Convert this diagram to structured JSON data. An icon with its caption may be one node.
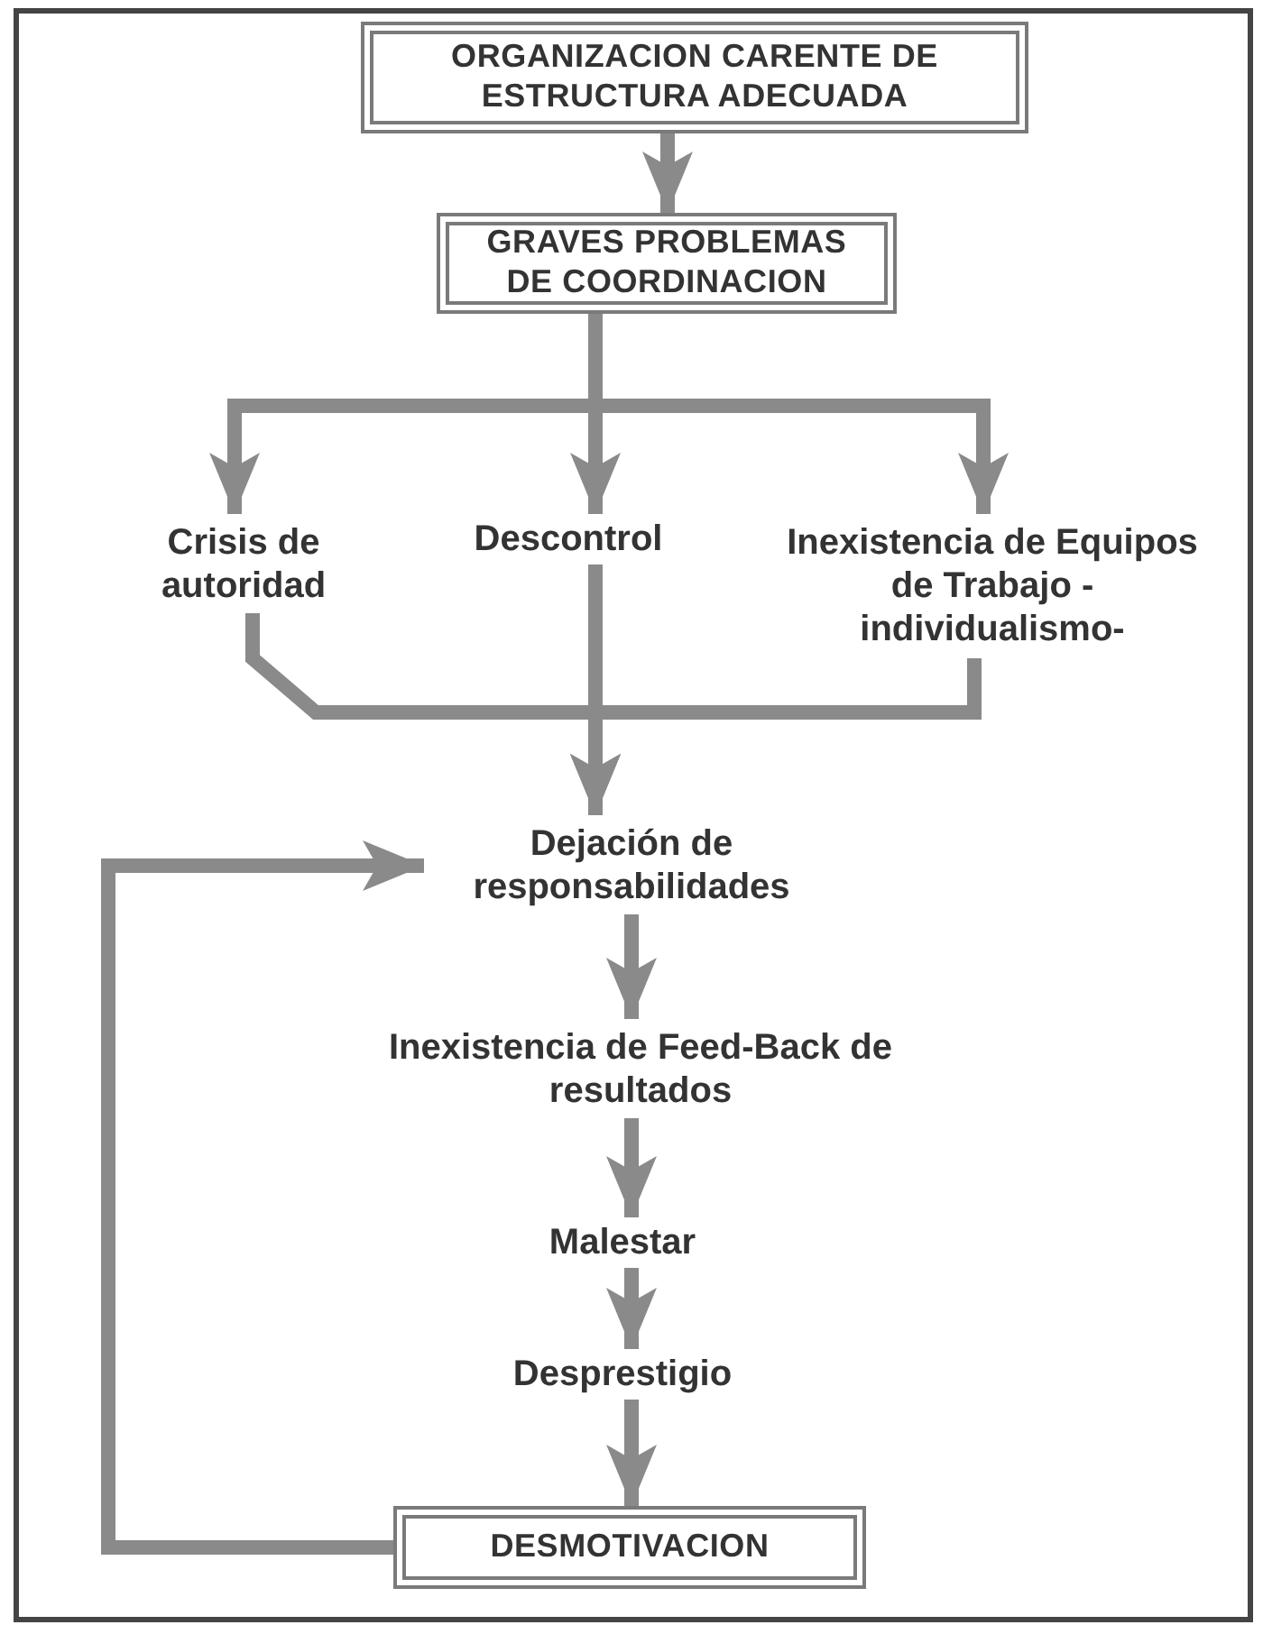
{
  "diagram": {
    "nodes": [
      {
        "text": [
          "ORGANIZACION CARENTE DE ESTRUCTURA ADECUADA"
        ]
      },
      {
        "text": [
          "GRAVES PROBLEMAS DE COORDINACION"
        ]
      },
      {
        "text": [
          "Crisis de autoridad"
        ]
      },
      {
        "text": [
          "Descontrol"
        ]
      },
      {
        "text": [
          "Inexistencia de Equipos de Trabajo -individualismo-"
        ]
      },
      {
        "text": [
          "Dejación de responsabilidades"
        ]
      },
      {
        "text": [
          "Inexistencia de Feed-Back de resultados"
        ]
      },
      {
        "text": [
          "Malestar"
        ]
      },
      {
        "text": [
          "Desprestigio"
        ]
      },
      {
        "text": [
          "DESMOTIVACION"
        ]
      }
    ],
    "edges": [
      {
        "from": 0,
        "to": 1,
        "arrow": "to"
      },
      {
        "from": 1,
        "to": 2,
        "arrow": "to"
      },
      {
        "from": 1,
        "to": 3,
        "arrow": "to"
      },
      {
        "from": 1,
        "to": 4,
        "arrow": "to"
      },
      {
        "from": 2,
        "to": 5,
        "arrow": "to"
      },
      {
        "from": 3,
        "to": 5,
        "arrow": "to"
      },
      {
        "from": 4,
        "to": 5,
        "arrow": "to"
      },
      {
        "from": 5,
        "to": 6,
        "arrow": "to"
      },
      {
        "from": 6,
        "to": 7,
        "arrow": "to"
      },
      {
        "from": 7,
        "to": 8,
        "arrow": "to"
      },
      {
        "from": 8,
        "to": 9,
        "arrow": "to"
      },
      {
        "from": 9,
        "to": 5,
        "arrow": "to"
      }
    ]
  }
}
